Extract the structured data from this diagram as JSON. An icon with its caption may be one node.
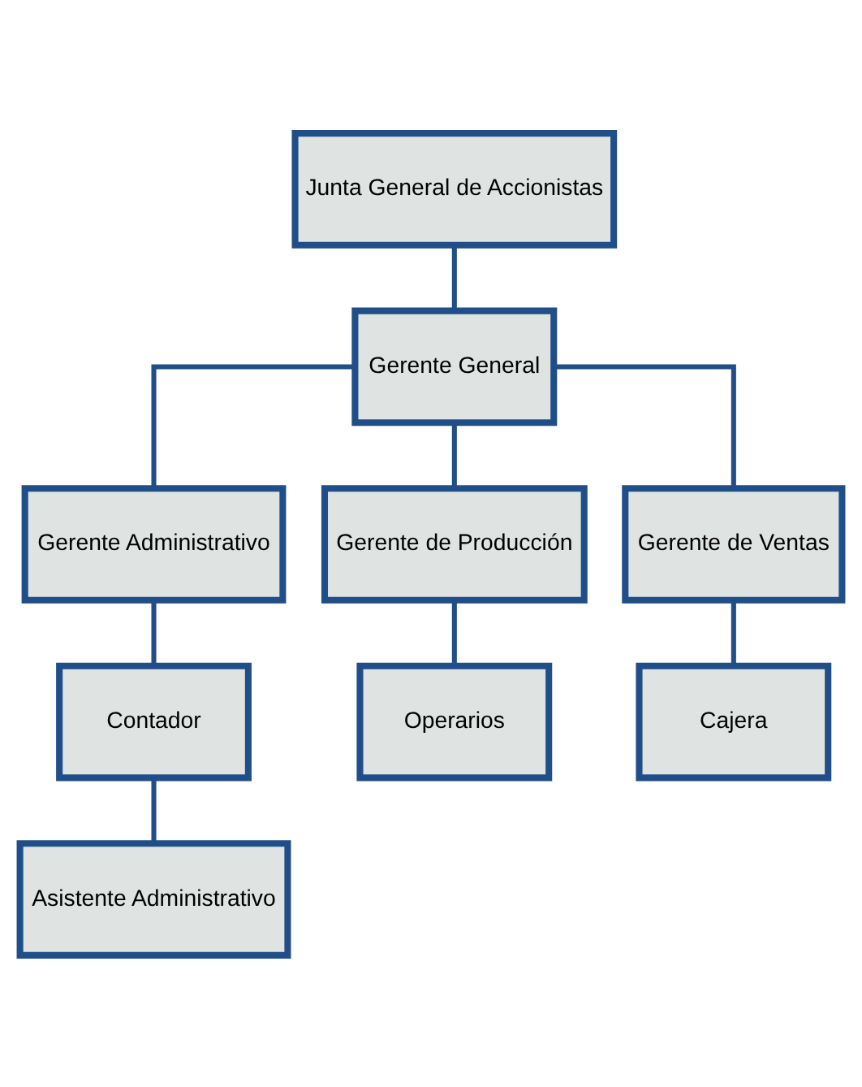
{
  "diagram": {
    "nodes": [
      {
        "text": [
          "Junta General de Accionistas"
        ]
      },
      {
        "text": [
          "Gerente General"
        ]
      },
      {
        "text": [
          "Gerente Administrativo"
        ]
      },
      {
        "text": [
          "Gerente de Producción"
        ]
      },
      {
        "text": [
          "Gerente de Ventas"
        ]
      },
      {
        "text": [
          "Contador"
        ]
      },
      {
        "text": [
          "Asistente Administrativo"
        ]
      },
      {
        "text": [
          "Operarios"
        ]
      },
      {
        "text": [
          "Cajera"
        ]
      }
    ],
    "edges": [
      {
        "from": 0,
        "to": 1,
        "arrow": "none"
      },
      {
        "from": 1,
        "to": 2,
        "arrow": "none"
      },
      {
        "from": 1,
        "to": 3,
        "arrow": "none"
      },
      {
        "from": 1,
        "to": 4,
        "arrow": "none"
      },
      {
        "from": 2,
        "to": 5,
        "arrow": "none"
      },
      {
        "from": 5,
        "to": 6,
        "arrow": "none"
      },
      {
        "from": 3,
        "to": 7,
        "arrow": "none"
      },
      {
        "from": 4,
        "to": 8,
        "arrow": "none"
      }
    ]
  }
}
